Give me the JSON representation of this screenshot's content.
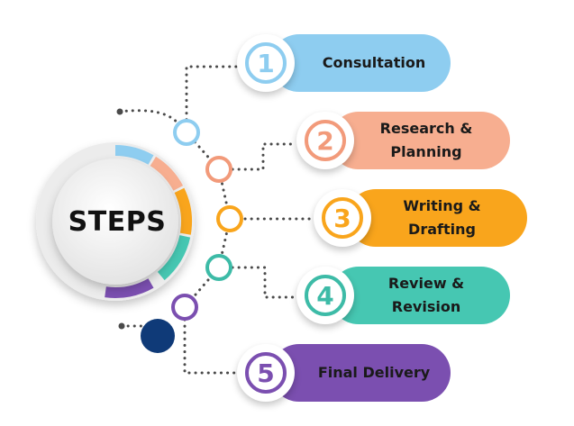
{
  "center": {
    "title": "STEPS"
  },
  "colors": {
    "blue": "#8ecdf0",
    "peach": "#f7ae90",
    "orange": "#f9a51c",
    "teal": "#46c7b2",
    "purple": "#7b4fb0",
    "navy": "#0f3a78",
    "dots": "#4a4a4a"
  },
  "steps": [
    {
      "number": "1",
      "label": "Consultation",
      "color": "#8ecdf0",
      "ring": "#8ecdf0"
    },
    {
      "number": "2",
      "label": "Research &\nPlanning",
      "color": "#f7ae90",
      "ring": "#f29a7a"
    },
    {
      "number": "3",
      "label": "Writing &\nDrafting",
      "color": "#f9a51c",
      "ring": "#f9a51c"
    },
    {
      "number": "4",
      "label": "Review &\nRevision",
      "color": "#46c7b2",
      "ring": "#3dbba7"
    },
    {
      "number": "5",
      "label": "Final Delivery",
      "color": "#7b4fb0",
      "ring": "#7b4fb0"
    }
  ]
}
